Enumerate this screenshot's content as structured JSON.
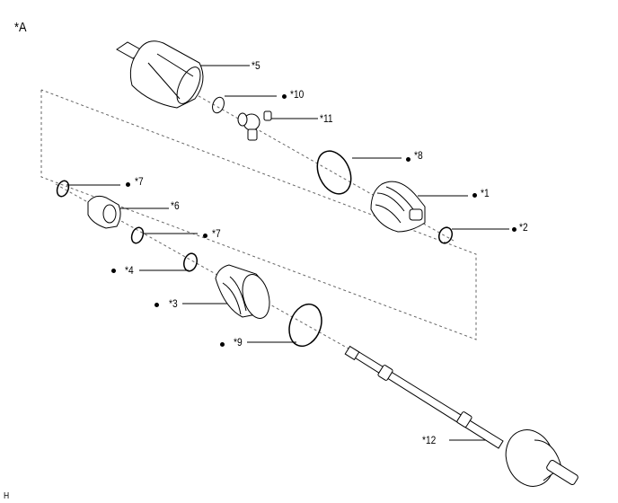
{
  "view_label": "*A",
  "footer_code": "H",
  "callouts": [
    {
      "id": "5",
      "text": "*5",
      "marked": false
    },
    {
      "id": "10",
      "text": "*10",
      "marked": true
    },
    {
      "id": "11",
      "text": "*11",
      "marked": false
    },
    {
      "id": "8",
      "text": "*8",
      "marked": true
    },
    {
      "id": "1",
      "text": "*1",
      "marked": true
    },
    {
      "id": "2",
      "text": "*2",
      "marked": true
    },
    {
      "id": "7a",
      "text": "*7",
      "marked": true
    },
    {
      "id": "6",
      "text": "*6",
      "marked": false
    },
    {
      "id": "7b",
      "text": "*7",
      "marked": true
    },
    {
      "id": "4",
      "text": "*4",
      "marked": true
    },
    {
      "id": "3",
      "text": "*3",
      "marked": true
    },
    {
      "id": "9",
      "text": "*9",
      "marked": true
    },
    {
      "id": "12",
      "text": "*12",
      "marked": false
    }
  ]
}
